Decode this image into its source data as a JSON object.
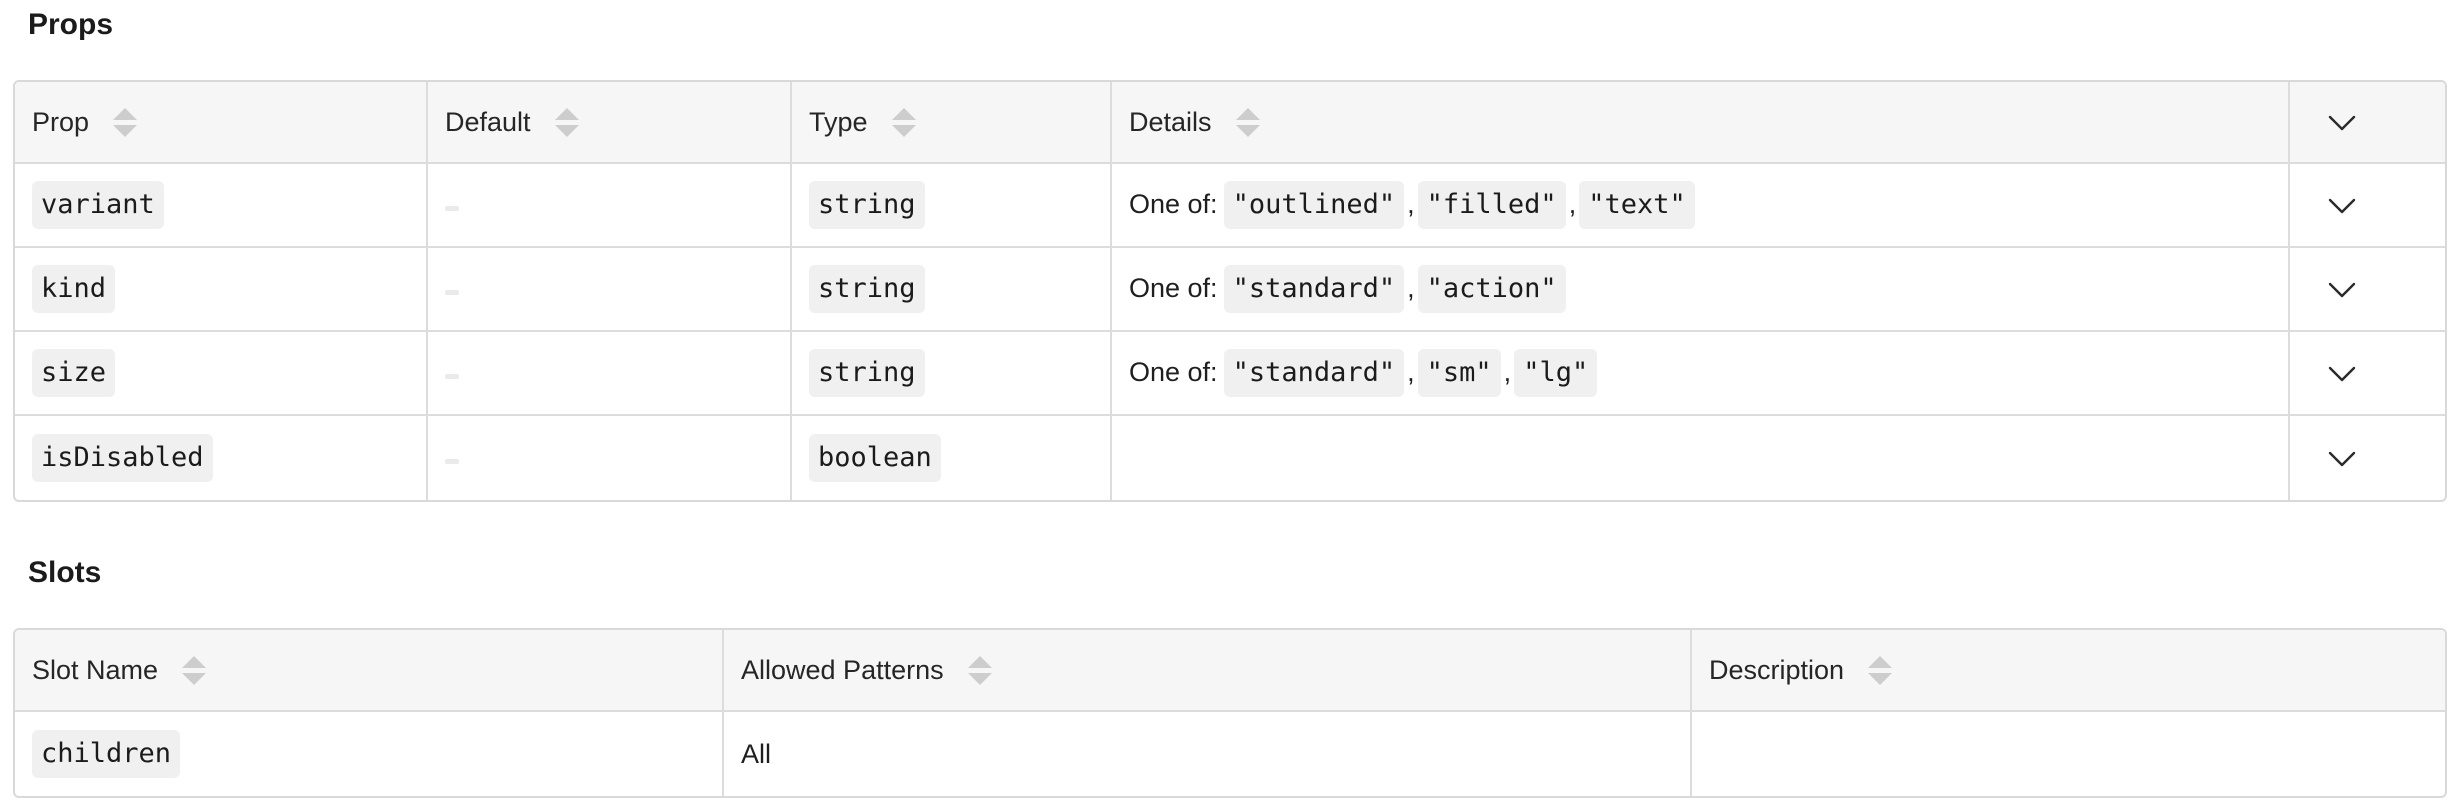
{
  "props": {
    "title": "Props",
    "headers": {
      "prop": "Prop",
      "default": "Default",
      "type": "Type",
      "details": "Details"
    },
    "rows": [
      {
        "prop": "variant",
        "type": "string",
        "details_label": "One of:",
        "options": [
          "\"outlined\"",
          "\"filled\"",
          "\"text\""
        ]
      },
      {
        "prop": "kind",
        "type": "string",
        "details_label": "One of:",
        "options": [
          "\"standard\"",
          "\"action\""
        ]
      },
      {
        "prop": "size",
        "type": "string",
        "details_label": "One of:",
        "options": [
          "\"standard\"",
          "\"sm\"",
          "\"lg\""
        ]
      },
      {
        "prop": "isDisabled",
        "type": "boolean",
        "details_label": "",
        "options": []
      }
    ]
  },
  "slots": {
    "title": "Slots",
    "headers": {
      "slot_name": "Slot Name",
      "allowed_patterns": "Allowed Patterns",
      "description": "Description"
    },
    "rows": [
      {
        "slot_name": "children",
        "allowed_patterns": "All",
        "description": ""
      }
    ]
  },
  "icons": {
    "sort": "sort-arrows-icon",
    "expand": "chevron-down-icon"
  },
  "colors": {
    "border": "#d9d9d9",
    "header_bg": "#f6f6f6",
    "code_bg": "#f0f0f0",
    "sort_icon": "#cdcdcd"
  }
}
